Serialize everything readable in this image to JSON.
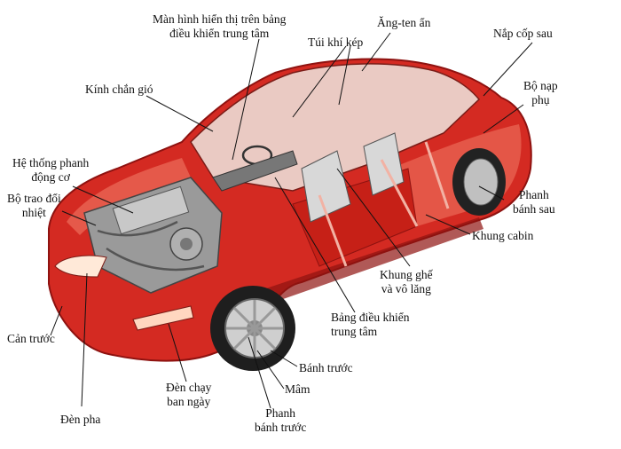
{
  "colors": {
    "body": "#d42a22",
    "body_dark": "#8e1210",
    "body_light": "#f07a66",
    "chrome": "#b9b9b9",
    "engine": "#8a8a8a",
    "leader": "#111111"
  },
  "labels": {
    "center_display": [
      "Màn hình hiển thị trên bảng",
      "điều khiển trung tâm"
    ],
    "hidden_antenna": "Ăng-ten ẩn",
    "rear_hatch": "Nắp cốp sau",
    "airbags": "Túi khí kép",
    "windshield": "Kính chắn gió",
    "auxiliary_charger": [
      "Bộ nạp",
      "phụ"
    ],
    "engine_brake_system": [
      "Hệ thống phanh",
      "động cơ"
    ],
    "heat_exchanger": [
      "Bộ trao đổi",
      "nhiệt"
    ],
    "rear_brake": [
      "Phanh",
      "bánh sau"
    ],
    "cabin_frame": "Khung cabin",
    "seat_frame_steering": [
      "Khung ghế",
      "và vô lăng"
    ],
    "center_console": [
      "Bảng điều khiển",
      "trung tâm"
    ],
    "front_bumper": "Cản trước",
    "front_wheel": "Bánh trước",
    "daytime_running_lights": [
      "Đèn chạy",
      "ban ngày"
    ],
    "rim": "Mâm",
    "headlight": "Đèn pha",
    "front_brake": [
      "Phanh",
      "bánh trước"
    ]
  }
}
